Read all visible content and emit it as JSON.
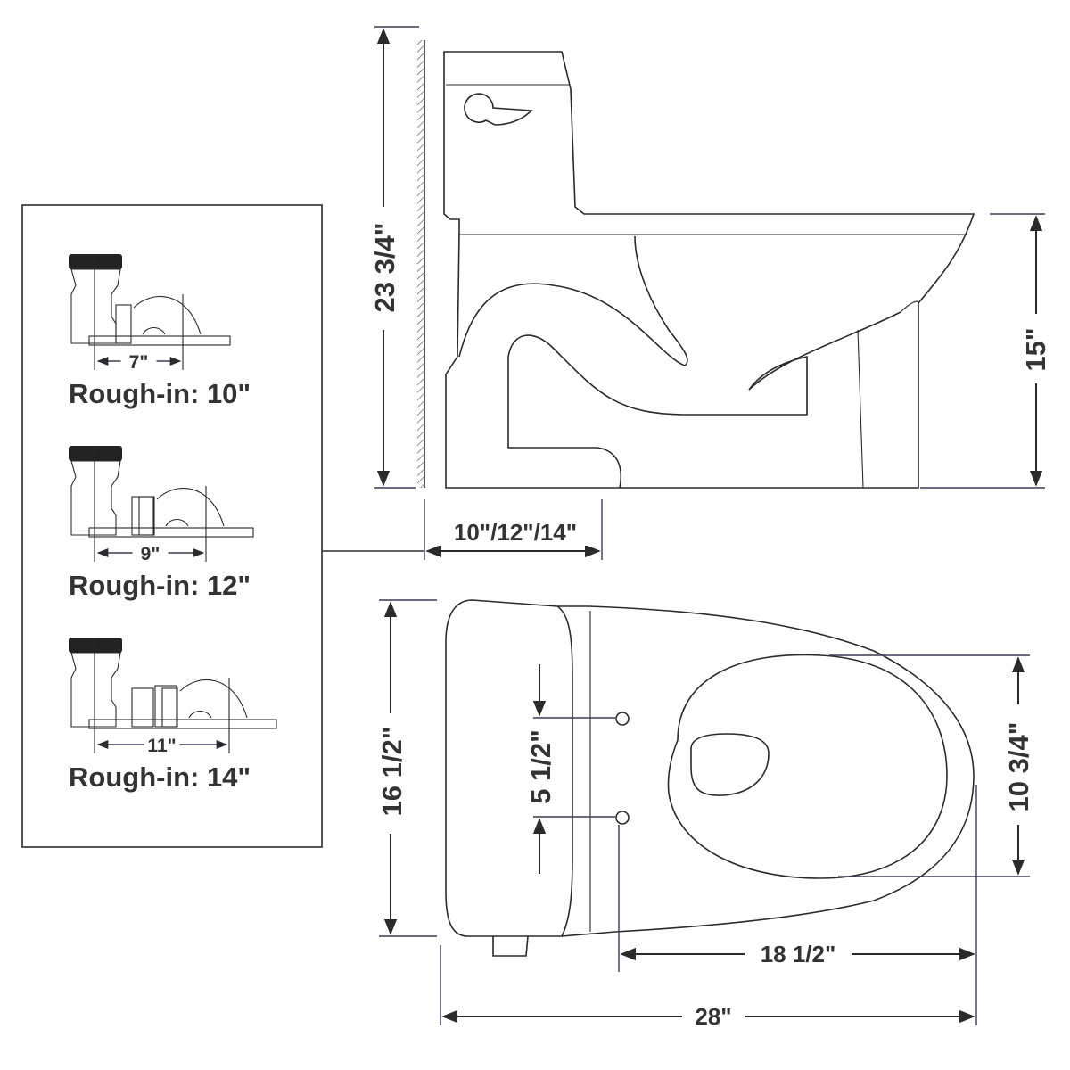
{
  "side_view": {
    "height_label": "23 3/4\"",
    "seat_height_label": "15\"",
    "rough_in_label": "10\"/12\"/14\""
  },
  "top_view": {
    "width_label": "16 1/2\"",
    "bolt_spacing_label": "5 1/2\"",
    "bowl_width_label": "10 3/4\"",
    "bowl_length_label": "18 1/2\"",
    "total_length_label": "28\""
  },
  "rough_in_options": [
    {
      "offset_label": "7\"",
      "title": "Rough-in: 10\""
    },
    {
      "offset_label": "9\"",
      "title": "Rough-in: 12\""
    },
    {
      "offset_label": "11\"",
      "title": "Rough-in: 14\""
    }
  ]
}
